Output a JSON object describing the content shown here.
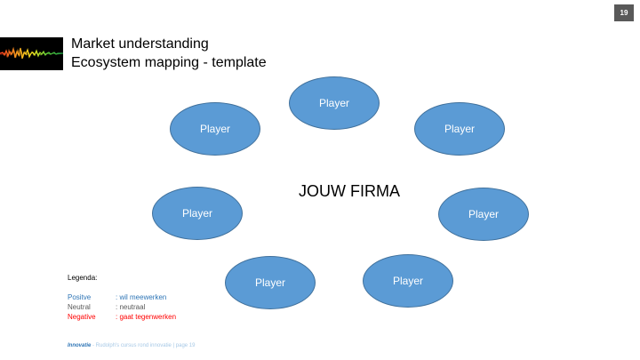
{
  "slide": {
    "page_number": "19",
    "title": "Market understanding",
    "subtitle": "Ecosystem mapping - template",
    "center_label": "JOUW FIRMA"
  },
  "players": [
    {
      "label": "Player"
    },
    {
      "label": "Player"
    },
    {
      "label": "Player"
    },
    {
      "label": "Player"
    },
    {
      "label": "Player"
    },
    {
      "label": "Player"
    },
    {
      "label": "Player"
    }
  ],
  "legend": {
    "title": "Legenda:",
    "items": [
      {
        "term": "Positve",
        "desc": ": wil meewerken",
        "color": "#2e75b6"
      },
      {
        "term": "Neutral",
        "desc": ": neutraal",
        "color": "#595959"
      },
      {
        "term": "Negative",
        "desc": ": gaat tegenwerken",
        "color": "#ff0000"
      }
    ]
  },
  "footer": {
    "brand": "Innovatie",
    "text": " - Rudolph's cursus rond innovatie | page 19"
  },
  "colors": {
    "player_fill": "#5b9bd5",
    "player_border": "#41719c",
    "page_badge": "#595959"
  },
  "icons": {
    "logo": "audio-waveform-logo"
  }
}
